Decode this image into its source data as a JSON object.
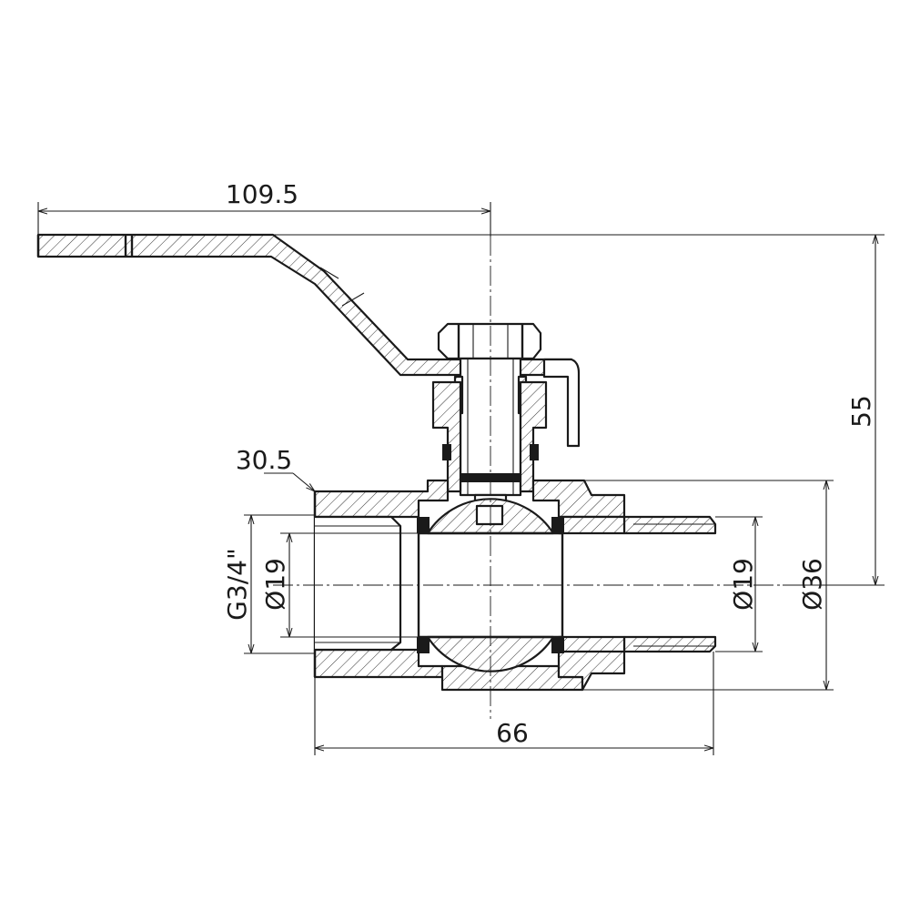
{
  "dimensions": {
    "handle_length": "109.5",
    "height": "55",
    "wrench_flat": "30.5",
    "thread": "G3/4\"",
    "bore_left": "Ø19",
    "bore_right": "Ø19",
    "outer_diameter": "Ø36",
    "overall_length": "66"
  }
}
